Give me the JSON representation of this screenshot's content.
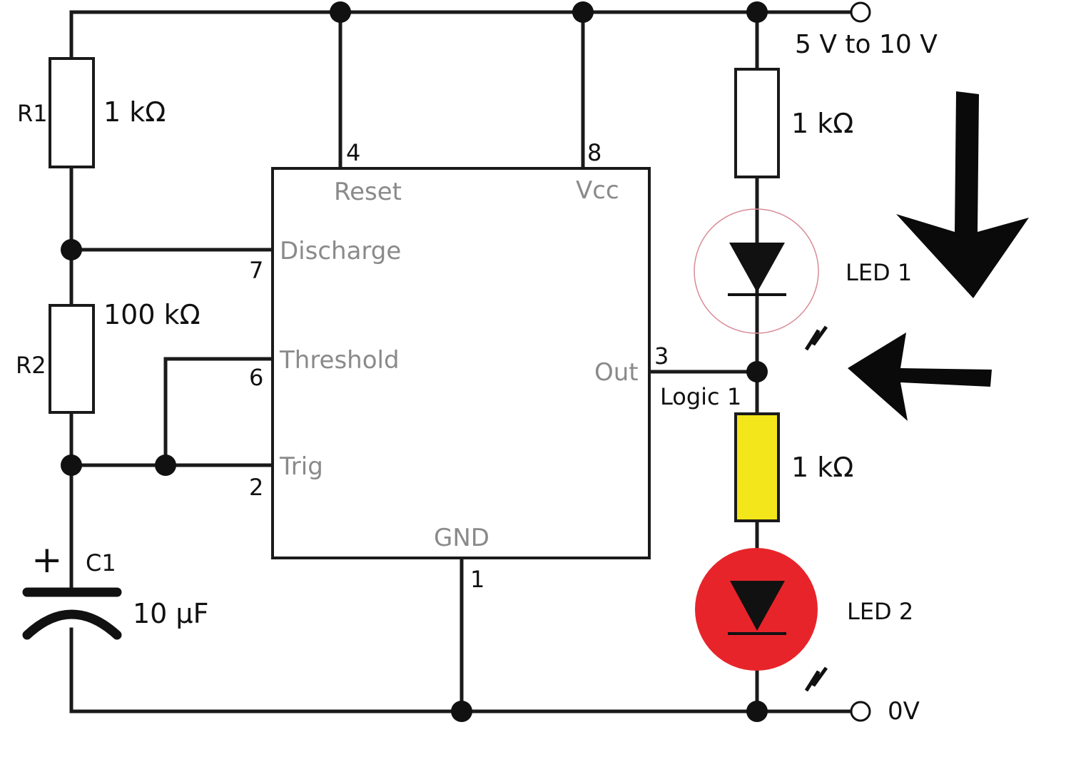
{
  "supply": {
    "label": "5 V to 10 V"
  },
  "ground": {
    "label": "0V"
  },
  "r1": {
    "name": "R1",
    "value": "1 kΩ"
  },
  "r2": {
    "name": "R2",
    "value": "100 kΩ"
  },
  "c1": {
    "name": "C1",
    "value": "10 µF",
    "polarity": "+"
  },
  "r_top": {
    "value": "1 kΩ"
  },
  "r_bottom": {
    "value": "1 kΩ",
    "color": "#f3e61a"
  },
  "led1": {
    "label": "LED 1",
    "state": "off",
    "ring_color": "#d98a96"
  },
  "led2": {
    "label": "LED 2",
    "state": "on",
    "color": "#e8242b"
  },
  "output": {
    "label": "Logic 1"
  },
  "ic": {
    "pins": {
      "reset": {
        "name": "Reset",
        "number": "4"
      },
      "vcc": {
        "name": "Vcc",
        "number": "8"
      },
      "discharge": {
        "name": "Discharge",
        "number": "7"
      },
      "threshold": {
        "name": "Threshold",
        "number": "6"
      },
      "trig": {
        "name": "Trig",
        "number": "2"
      },
      "out": {
        "name": "Out",
        "number": "3"
      },
      "gnd": {
        "name": "GND",
        "number": "1"
      }
    }
  },
  "arrows": {
    "down": "down-arrow-icon",
    "left": "left-arrow-icon"
  }
}
